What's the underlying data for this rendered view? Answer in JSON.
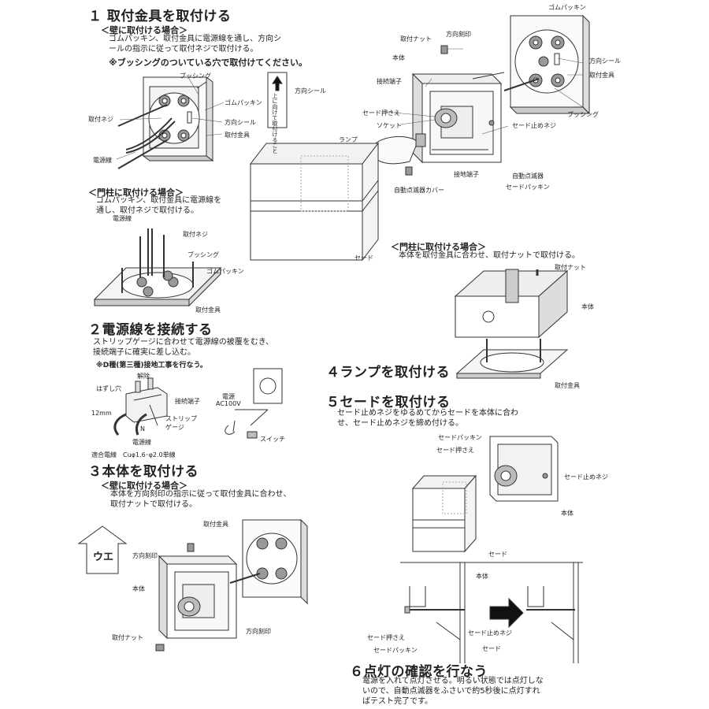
{
  "s1": {
    "title": "１ 取付金具を取付ける",
    "wall": "＜壁に取付ける場合＞",
    "wall_l1": "ゴムパッキン、取付金具に電源線を通し、方向シ",
    "wall_l2": "ールの指示に従って取付ネジで取付ける。",
    "note": "※ブッシングのついている穴で取付けてください。",
    "lbl_bushing": "ブッシング",
    "lbl_rubber": "ゴムパッキン",
    "lbl_screw": "取付ネジ",
    "lbl_seal": "方向シール",
    "lbl_bracket": "取付金具",
    "lbl_wire": "電源線",
    "seal_box": "方向シール",
    "seal_inner": "上に向けて取付けること",
    "pillar": "＜門柱に取付ける場合＞",
    "pillar_l1": "ゴムパッキン、取付金具に電源線を",
    "pillar_l2": "通し、取付ネジで取付ける。",
    "p_wire": "電源線",
    "p_screw": "取付ネジ",
    "p_bushing": "ブッシング",
    "p_rubber": "ゴムパッキン",
    "p_bracket": "取付金具"
  },
  "right": {
    "gom": "ゴムパッキン",
    "nut": "取付ナット",
    "kokuin": "方向刻印",
    "body": "本体",
    "terminal": "接続端子",
    "shade_press": "セード押さえ",
    "socket": "ソケット",
    "lamp": "ランプ",
    "seal": "方向シール",
    "bracket": "取付金具",
    "bushing": "ブッシング",
    "stop_screw": "セード止めネジ",
    "ground": "接地端子",
    "auto": "自動点滅器",
    "packing": "セードパッキン",
    "auto_cover": "自動点滅器カバー",
    "shade": "セード"
  },
  "s2": {
    "title": "２電源線を接続する",
    "l1": "ストリップゲージに合わせて電源線の被覆をむき、",
    "l2": "接続端子に確実に差し込む。",
    "note": "※D種(第三種)接地工事を行なう。",
    "release": "解除",
    "hole": "はずし穴",
    "terminal": "接続端子",
    "mm": "12mm",
    "strip": "ストリップ",
    "gauge": "ゲージ",
    "n": "N",
    "wire": "電源線",
    "spec": "適合電線　Cuφ1.6･φ2.0単線",
    "power": "電源",
    "ac": "AC100V",
    "switch": "スイッチ"
  },
  "s3": {
    "title": "３本体を取付ける",
    "wall": "＜壁に取付ける場合＞",
    "l1": "本体を方向刻印の指示に従って取付金具に合わせ、",
    "l2": "取付ナットで取付ける。",
    "arrow": "ウエ",
    "kokuin": "方向刻印",
    "body": "本体",
    "bracket": "取付金具",
    "nut": "取付ナット",
    "kokuin2": "方向刻印"
  },
  "mid": {
    "shade": "セード",
    "pillar": "＜門柱に取付ける場合＞",
    "pillar_l": "本体を取付金具に合わせ、取付ナットで取付ける。",
    "nut": "取付ナット",
    "body": "本体",
    "bracket": "取付金具"
  },
  "s4": {
    "title": "４ランプを取付ける"
  },
  "s5": {
    "title": "５セードを取付ける",
    "l1": "セード止めネジをゆるめてからセードを本体に合わ",
    "l2": "せ、セード止めネジを締め付ける。",
    "packing": "セードパッキン",
    "press": "セード押さえ",
    "stop": "セード止めネジ",
    "body": "本体",
    "shade": "セード",
    "d_body": "本体",
    "d_press": "セード押さえ",
    "d_stop": "セード止めネジ",
    "d_packing": "セードパッキン",
    "d_shade": "セード"
  },
  "s6": {
    "title": "６点灯の確認を行なう",
    "l1": "電源を入れて点灯させる。明るい状態では点灯しな",
    "l2": "いので、自動点滅器をふさいで約5秒後に点灯すれ",
    "l3": "ばテスト完了です。"
  }
}
